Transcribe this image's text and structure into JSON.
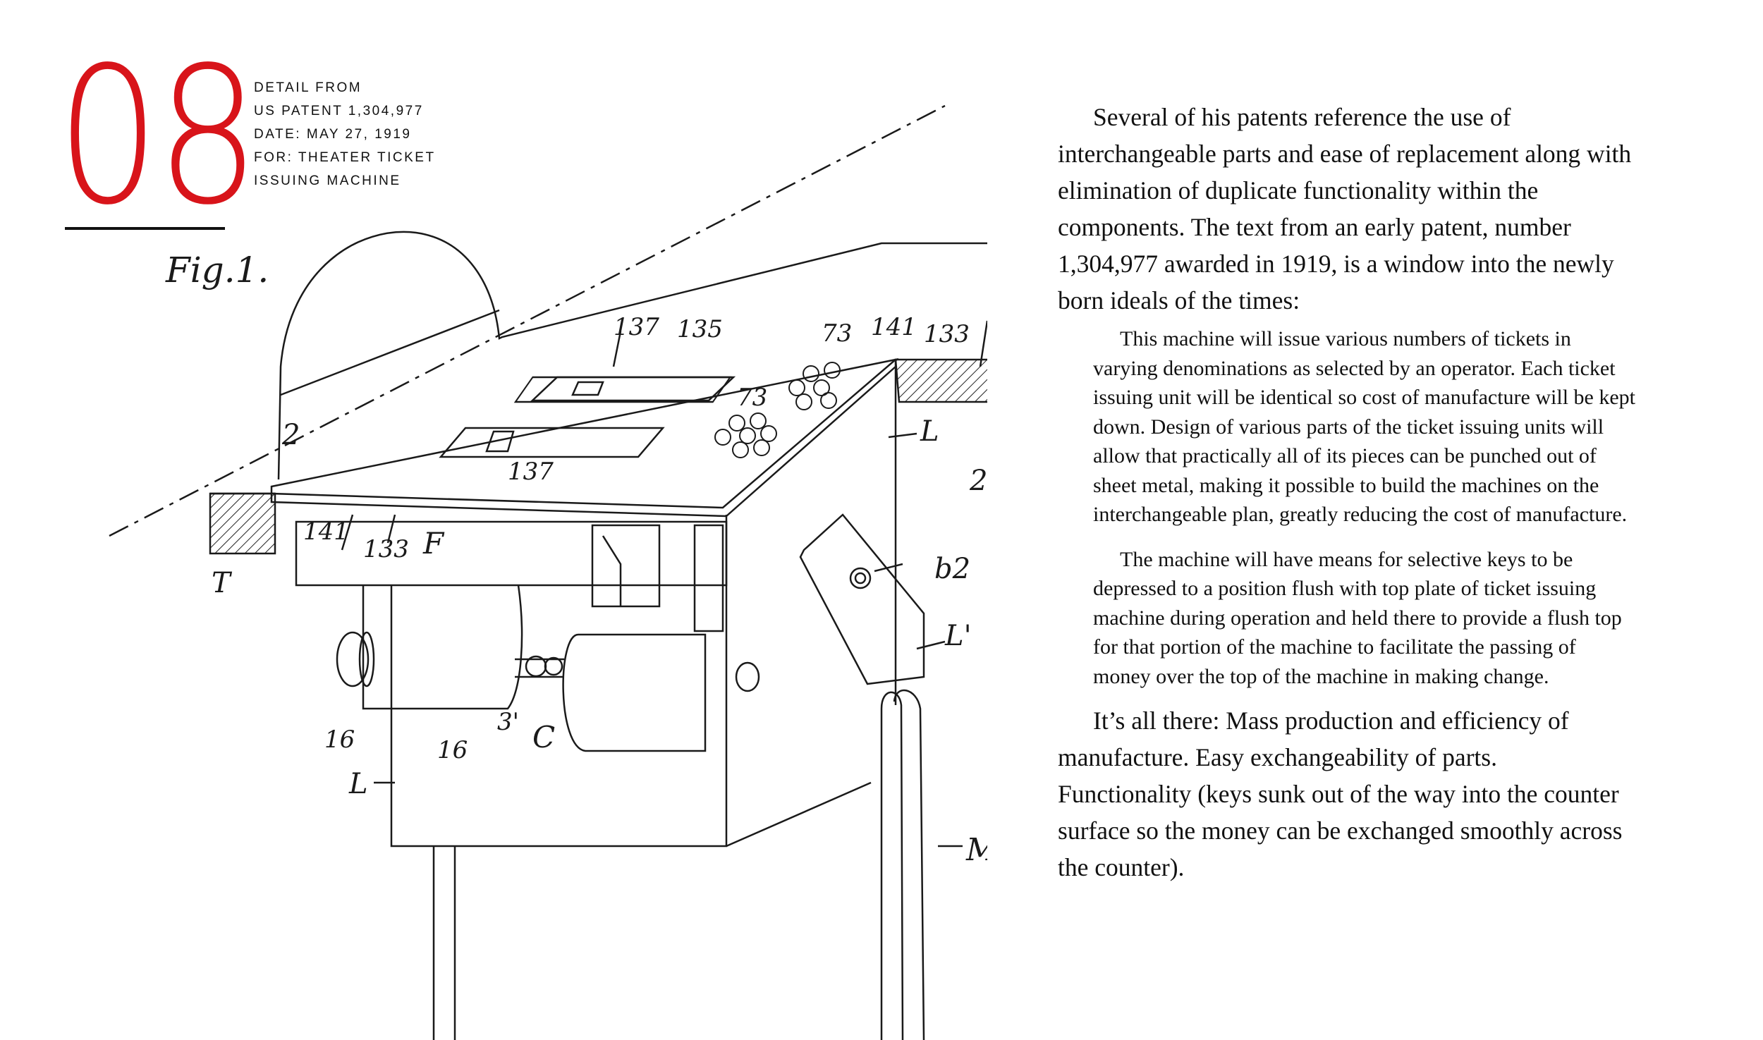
{
  "header": {
    "number": "08",
    "caption_lines": [
      "Detail from",
      "US Patent 1,304,977",
      "Date: May 27, 1919",
      "For: Theater ticket",
      "issuing machine"
    ]
  },
  "figure": {
    "fig_label": "Fig.1.",
    "labels": [
      "137",
      "135",
      "73",
      "141",
      "133",
      "T",
      "73",
      "L",
      "2",
      "137",
      "2",
      "141",
      "133",
      "F",
      "T",
      "b2",
      "L'",
      "16",
      "16",
      "3'",
      "C",
      "L",
      "M"
    ]
  },
  "body": {
    "intro": "Several of his patents reference the use of interchangeable parts and ease of replacement along with elimination of duplicate functionality within the components. The text from an early patent, number 1,304,977 awarded in 1919, is a window into the newly born ideals of the times:",
    "quote1": "This machine will issue various numbers of tickets in varying denominations as selected by an operator. Each ticket issuing unit will be identical so cost of manufacture will be kept down. Design of various parts of the ticket issuing units will allow that practically all of its pieces can be punched out of sheet metal, making it possible to build the machines on the interchangeable plan, greatly reducing the cost of manufacture.",
    "quote2": "The machine will have means for selective keys to be depressed to a position flush with top plate of ticket issuing machine during operation and held there to provide a flush top for that portion of the machine to facilitate the passing of money over the top of the machine in making change.",
    "conclusion": "It’s all there: Mass production and efficiency of manufacture. Easy exchangeability of parts. Functionality (keys sunk out of the way into the counter surface so the money can be exchanged smoothly across the counter)."
  },
  "colors": {
    "accent": "#d8141a",
    "ink": "#111111"
  }
}
